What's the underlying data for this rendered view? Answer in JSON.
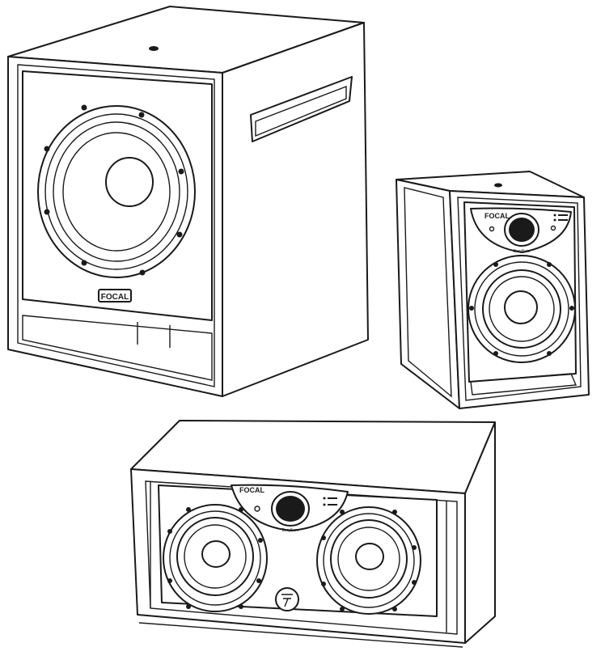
{
  "subwoofer": {
    "logo": "FOCAL"
  },
  "monitor": {
    "logo": "FOCAL",
    "tweeter_label": "Beryllium"
  },
  "center": {
    "logo": "FOCAL",
    "tweeter_label": "Beryllium"
  },
  "colors": {
    "line": "#1a1a1a",
    "background": "#ffffff"
  }
}
